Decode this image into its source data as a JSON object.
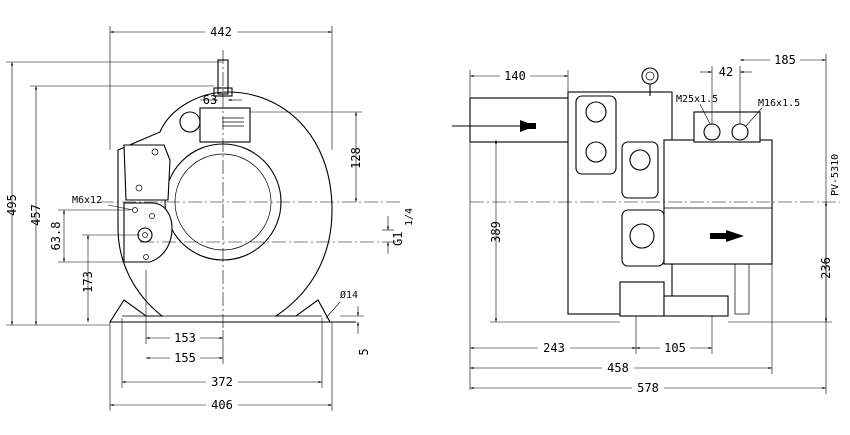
{
  "front_view": {
    "dim_width_top": "442",
    "dim_height_total": "495",
    "dim_height_axis": "457",
    "dim_flange": "63",
    "dim_port_offset": "128",
    "dim_mount": "63.8",
    "dim_mount_height": "173",
    "thread_label": "M6x12",
    "dim_153": "153",
    "dim_155": "155",
    "dim_372": "372",
    "dim_406": "406",
    "dim_hole": "Ø14",
    "dim_foot": "5",
    "pipe_thread": "G1",
    "pipe_thread_frac": "1/4"
  },
  "side_view": {
    "dim_inlet": "140",
    "dim_42": "42",
    "dim_185": "185",
    "gland_large": "M25x1.5",
    "gland_small": "M16x1.5",
    "model": "PV-5310",
    "dim_389": "389",
    "dim_236": "236",
    "dim_243": "243",
    "dim_105": "105",
    "dim_458": "458",
    "dim_578": "578"
  }
}
